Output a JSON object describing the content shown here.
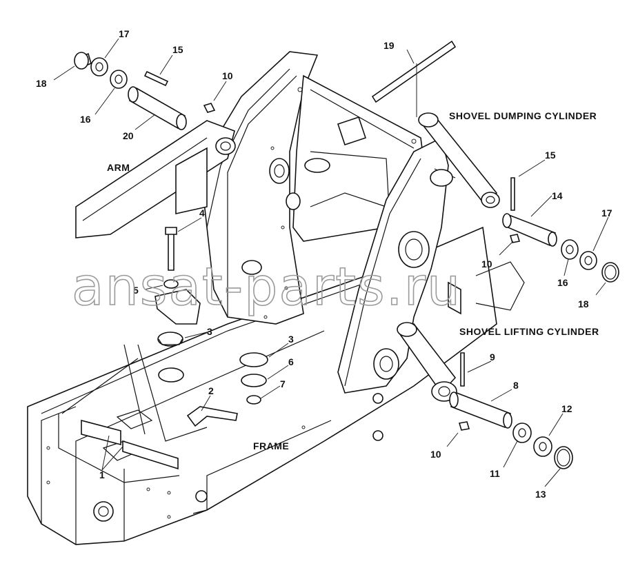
{
  "diagram": {
    "watermark": "ansat-parts.ru",
    "labels": {
      "shovel_dumping_cylinder": "SHOVEL DUMPING CYLINDER",
      "shovel_lifting_cylinder": "SHOVEL LIFTING CYLINDER",
      "arm": "ARM",
      "frame": "FRAME"
    },
    "callouts": {
      "c1": "1",
      "c2": "2",
      "c3a": "3",
      "c3b": "3",
      "c4": "4",
      "c5": "5",
      "c6": "6",
      "c7": "7",
      "c8": "8",
      "c9": "9",
      "c10a": "10",
      "c10b": "10",
      "c10c": "10",
      "c11": "11",
      "c12": "12",
      "c13": "13",
      "c14": "14",
      "c15a": "15",
      "c15b": "15",
      "c16a": "16",
      "c16b": "16",
      "c17a": "17",
      "c17b": "17",
      "c18a": "18",
      "c18b": "18",
      "c19": "19",
      "c20": "20"
    }
  }
}
